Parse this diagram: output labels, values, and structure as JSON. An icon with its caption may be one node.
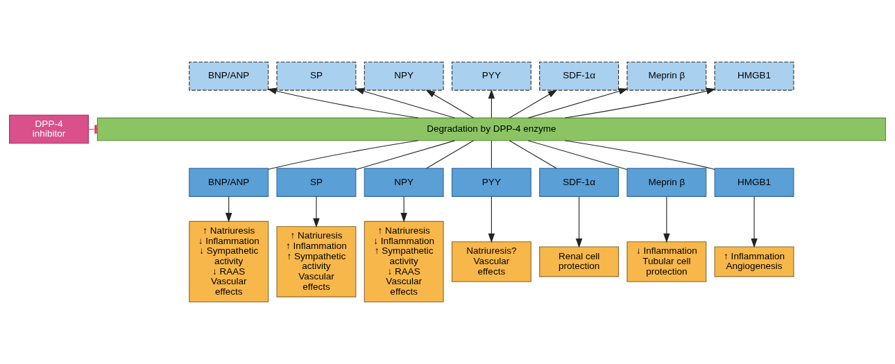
{
  "diagram": {
    "nodes": [
      {
        "text": [
          "BNP/ANP"
        ]
      },
      {
        "text": [
          "SP"
        ]
      },
      {
        "text": [
          "NPY"
        ]
      },
      {
        "text": [
          "PYY"
        ]
      },
      {
        "text": [
          "SDF-1α"
        ]
      },
      {
        "text": [
          "Meprin β"
        ]
      },
      {
        "text": [
          "HMGB1"
        ]
      },
      {
        "text": [
          "Degradation by DPP-4 enzyme"
        ]
      },
      {
        "text": [
          "DPP-4 inhibitor"
        ]
      },
      {
        "text": [
          "BNP/ANP"
        ]
      },
      {
        "text": [
          "SP"
        ]
      },
      {
        "text": [
          "NPY"
        ]
      },
      {
        "text": [
          "PYY"
        ]
      },
      {
        "text": [
          "SDF-1α"
        ]
      },
      {
        "text": [
          "Meprin β"
        ]
      },
      {
        "text": [
          "HMGB1"
        ]
      },
      {
        "text": [
          "↑ Natriuresis",
          "↓ Inflammation",
          "↓ Sympathetic activity",
          "↓ RAAS",
          "Vascular effects"
        ]
      },
      {
        "text": [
          "↑ Natriuresis",
          "↑ Inflammation",
          "↑ Sympathetic activity",
          "Vascular effects"
        ]
      },
      {
        "text": [
          "↑ Natriuresis",
          "↓ Inflammation",
          "↑ Sympathetic activity",
          "↓ RAAS",
          "Vascular effects"
        ]
      },
      {
        "text": [
          "Natriuresis?",
          "Vascular effects"
        ]
      },
      {
        "text": [
          "Renal cell protection"
        ]
      },
      {
        "text": [
          "↓ Inflammation",
          "Tubular cell protection"
        ]
      },
      {
        "text": [
          "↑ Inflammation",
          "Angiogenesis"
        ]
      }
    ],
    "edges": [
      {
        "from": 9,
        "to": 7,
        "arrow": "none"
      },
      {
        "from": 7,
        "to": 0,
        "arrow": "to"
      },
      {
        "from": 10,
        "to": 7,
        "arrow": "none"
      },
      {
        "from": 7,
        "to": 1,
        "arrow": "to"
      },
      {
        "from": 11,
        "to": 7,
        "arrow": "none"
      },
      {
        "from": 7,
        "to": 2,
        "arrow": "to"
      },
      {
        "from": 12,
        "to": 7,
        "arrow": "none"
      },
      {
        "from": 7,
        "to": 3,
        "arrow": "to"
      },
      {
        "from": 13,
        "to": 7,
        "arrow": "none"
      },
      {
        "from": 7,
        "to": 4,
        "arrow": "to"
      },
      {
        "from": 14,
        "to": 7,
        "arrow": "none"
      },
      {
        "from": 7,
        "to": 5,
        "arrow": "to"
      },
      {
        "from": 15,
        "to": 7,
        "arrow": "none"
      },
      {
        "from": 7,
        "to": 6,
        "arrow": "to"
      },
      {
        "from": 8,
        "to": 7,
        "arrow": "other",
        "color": "#d9405a"
      },
      {
        "from": 9,
        "to": 16,
        "arrow": "to"
      },
      {
        "from": 10,
        "to": 17,
        "arrow": "to"
      },
      {
        "from": 11,
        "to": 18,
        "arrow": "to"
      },
      {
        "from": 12,
        "to": 19,
        "arrow": "to"
      },
      {
        "from": 13,
        "to": 20,
        "arrow": "to"
      },
      {
        "from": 14,
        "to": 21,
        "arrow": "to"
      },
      {
        "from": 15,
        "to": 22,
        "arrow": "to"
      }
    ]
  }
}
